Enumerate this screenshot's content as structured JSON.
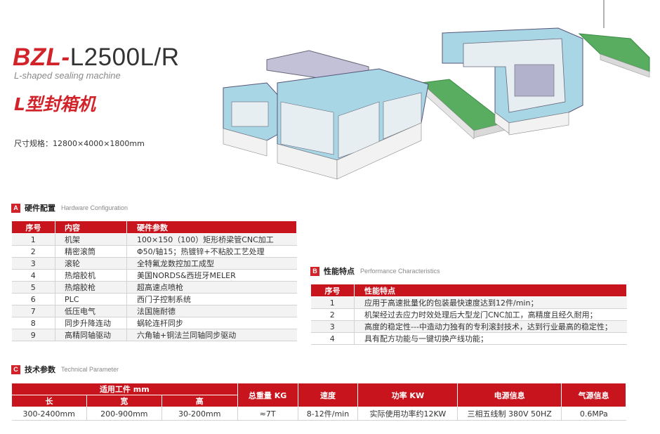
{
  "header": {
    "model_prefix": "BZL-",
    "model_suffix": "L2500L/R",
    "subtitle_en": "L-shaped sealing machine",
    "title_cn": "L型封箱机",
    "dimensions": "尺寸规格：12800×4000×1800mm"
  },
  "colors": {
    "accent": "#d2232a",
    "table_header": "#c8151d",
    "frame_blue": "#a9d6e5",
    "conveyor_green": "#5cae63"
  },
  "section_a": {
    "badge": "A",
    "title": "硬件配置",
    "subtitle": "Hardware Configuration",
    "headers": [
      "序号",
      "内容",
      "硬件参数"
    ],
    "rows": [
      [
        "1",
        "机架",
        "100×150（100）矩形桥梁管CNC加工"
      ],
      [
        "2",
        "精密滚筒",
        "Φ50/轴15；热镀锌+不粘胶工艺处理"
      ],
      [
        "3",
        "滚轮",
        "全特氟龙数控加工成型"
      ],
      [
        "4",
        "热熔胶机",
        "美国NORDS&西班牙MELER"
      ],
      [
        "5",
        "热熔胶枪",
        "超高速点喷枪"
      ],
      [
        "6",
        "PLC",
        "西门子控制系统"
      ],
      [
        "7",
        "低压电气",
        "法国施耐德"
      ],
      [
        "8",
        "同步升降连动",
        "蜗轮连杆同步"
      ],
      [
        "9",
        "高精同轴驱动",
        "六角轴+铜法兰同轴同步驱动"
      ]
    ]
  },
  "section_b": {
    "badge": "B",
    "title": "性能特点",
    "subtitle": "Performance Characteristics",
    "headers": [
      "序号",
      "性能特点"
    ],
    "rows": [
      [
        "1",
        "应用于高速批量化的包装最快速度达到12件/min；"
      ],
      [
        "2",
        "机架经过去应力时效处理后大型龙门CNC加工，高精度且经久耐用；"
      ],
      [
        "3",
        "高度的稳定性---中造动力独有的专利滚封技术，达到行业最高的稳定性；"
      ],
      [
        "4",
        "具有配方功能与一键切换产线功能；"
      ]
    ]
  },
  "section_c": {
    "badge": "C",
    "title": "技术参数",
    "subtitle": "Technical Parameter",
    "group_header": "适用工件 mm",
    "sub_headers": [
      "长",
      "宽",
      "高"
    ],
    "headers": [
      "总重量 KG",
      "速度",
      "功率 KW",
      "电源信息",
      "气源信息"
    ],
    "row": [
      "300-2400mm",
      "200-900mm",
      "30-200mm",
      "≈7T",
      "8-12件/min",
      "实际使用功率约12KW",
      "三相五线制 380V 50HZ",
      "0.6MPa"
    ]
  }
}
